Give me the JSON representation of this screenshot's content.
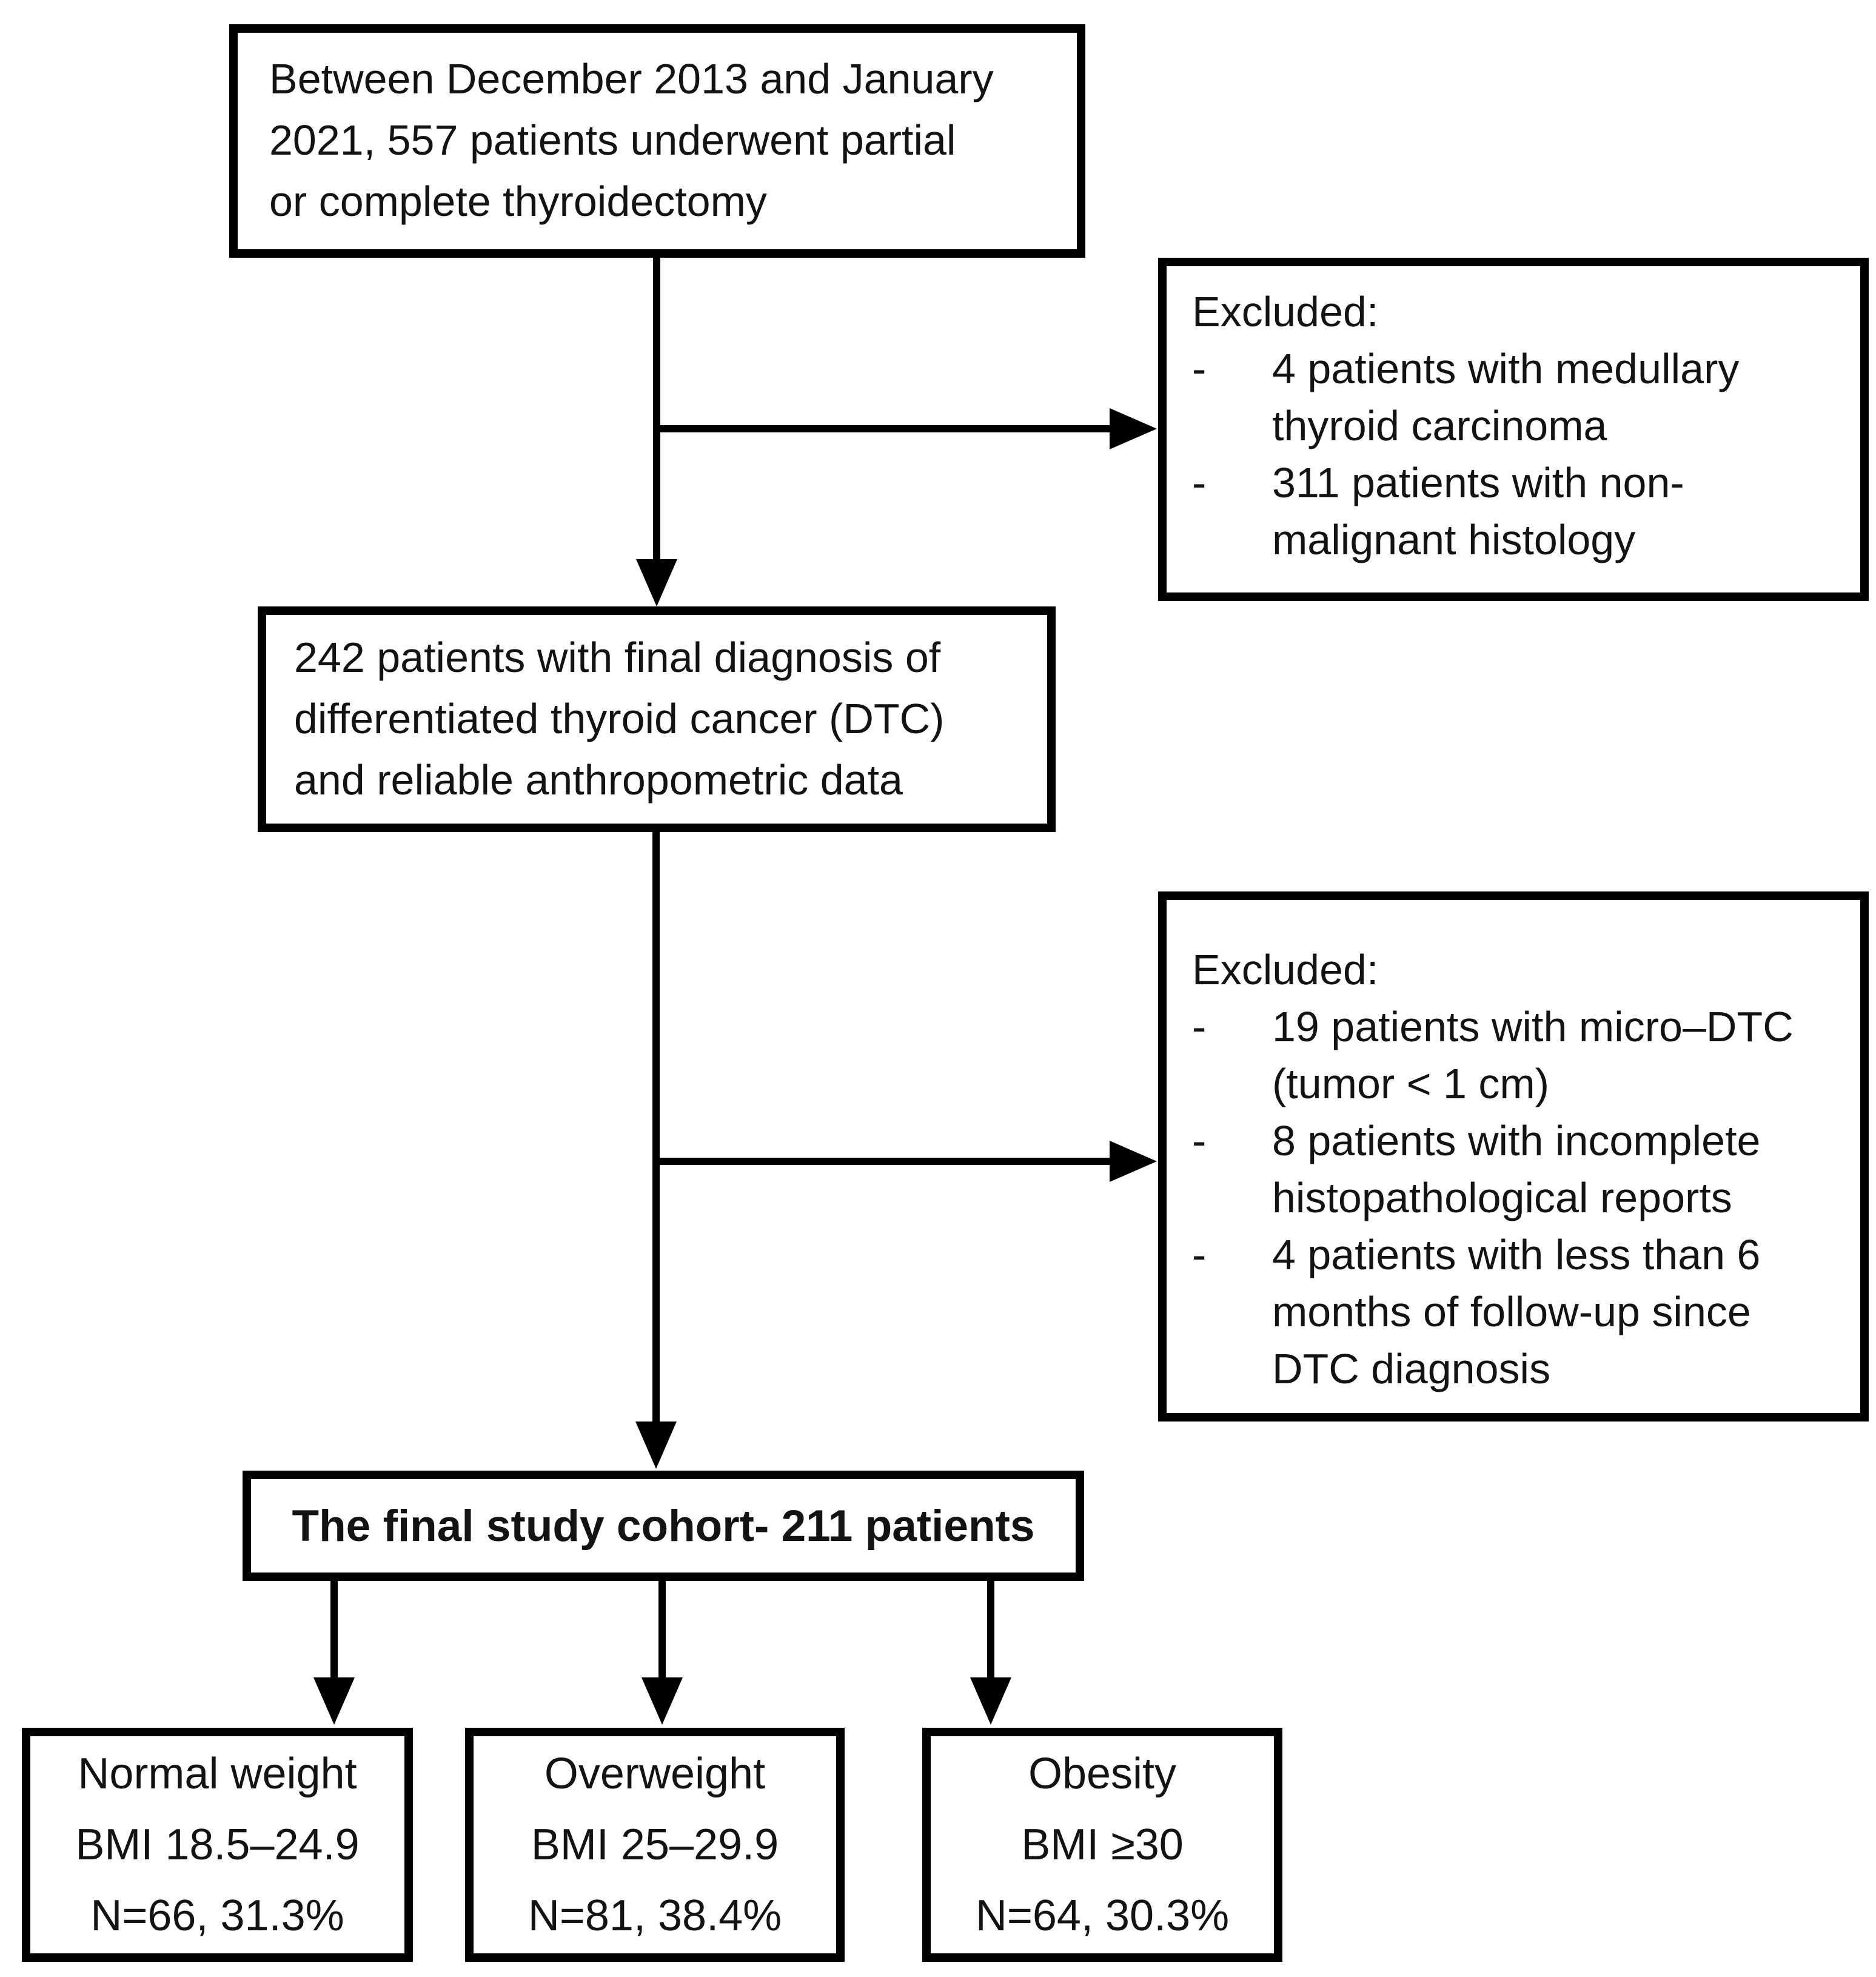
{
  "colors": {
    "ink": "#000000",
    "text": "#131313",
    "background": "#ffffff"
  },
  "flow": {
    "initial": {
      "lines": [
        "Between December 2013 and January",
        "2021, 557 patients underwent partial",
        "or complete thyroidectomy"
      ]
    },
    "excluded1": {
      "heading": "Excluded:",
      "bullet": "-",
      "items": [
        {
          "lines": [
            "4 patients with medullary",
            "thyroid carcinoma"
          ]
        },
        {
          "lines": [
            "311 patients with non-",
            "malignant histology"
          ]
        }
      ]
    },
    "dtc": {
      "lines": [
        "242 patients with final diagnosis of",
        "differentiated thyroid cancer (DTC)",
        "and reliable anthropometric data"
      ]
    },
    "excluded2": {
      "heading": "Excluded:",
      "bullet": "-",
      "items": [
        {
          "lines": [
            "19 patients with micro–DTC",
            "(tumor < 1 cm)"
          ]
        },
        {
          "lines": [
            "8 patients with incomplete",
            "histopathological reports"
          ]
        },
        {
          "lines": [
            "4 patients with less than 6",
            "months of follow-up since",
            "DTC diagnosis"
          ]
        }
      ]
    },
    "cohort": {
      "text": "The final study cohort- 211 patients"
    },
    "groups": [
      {
        "lines": [
          "Normal weight",
          "BMI 18.5–24.9",
          "N=66, 31.3%"
        ]
      },
      {
        "lines": [
          "Overweight",
          "BMI 25–29.9",
          "N=81, 38.4%"
        ]
      },
      {
        "lines": [
          "Obesity",
          "BMI ≥30",
          "N=64, 30.3%"
        ]
      }
    ]
  }
}
